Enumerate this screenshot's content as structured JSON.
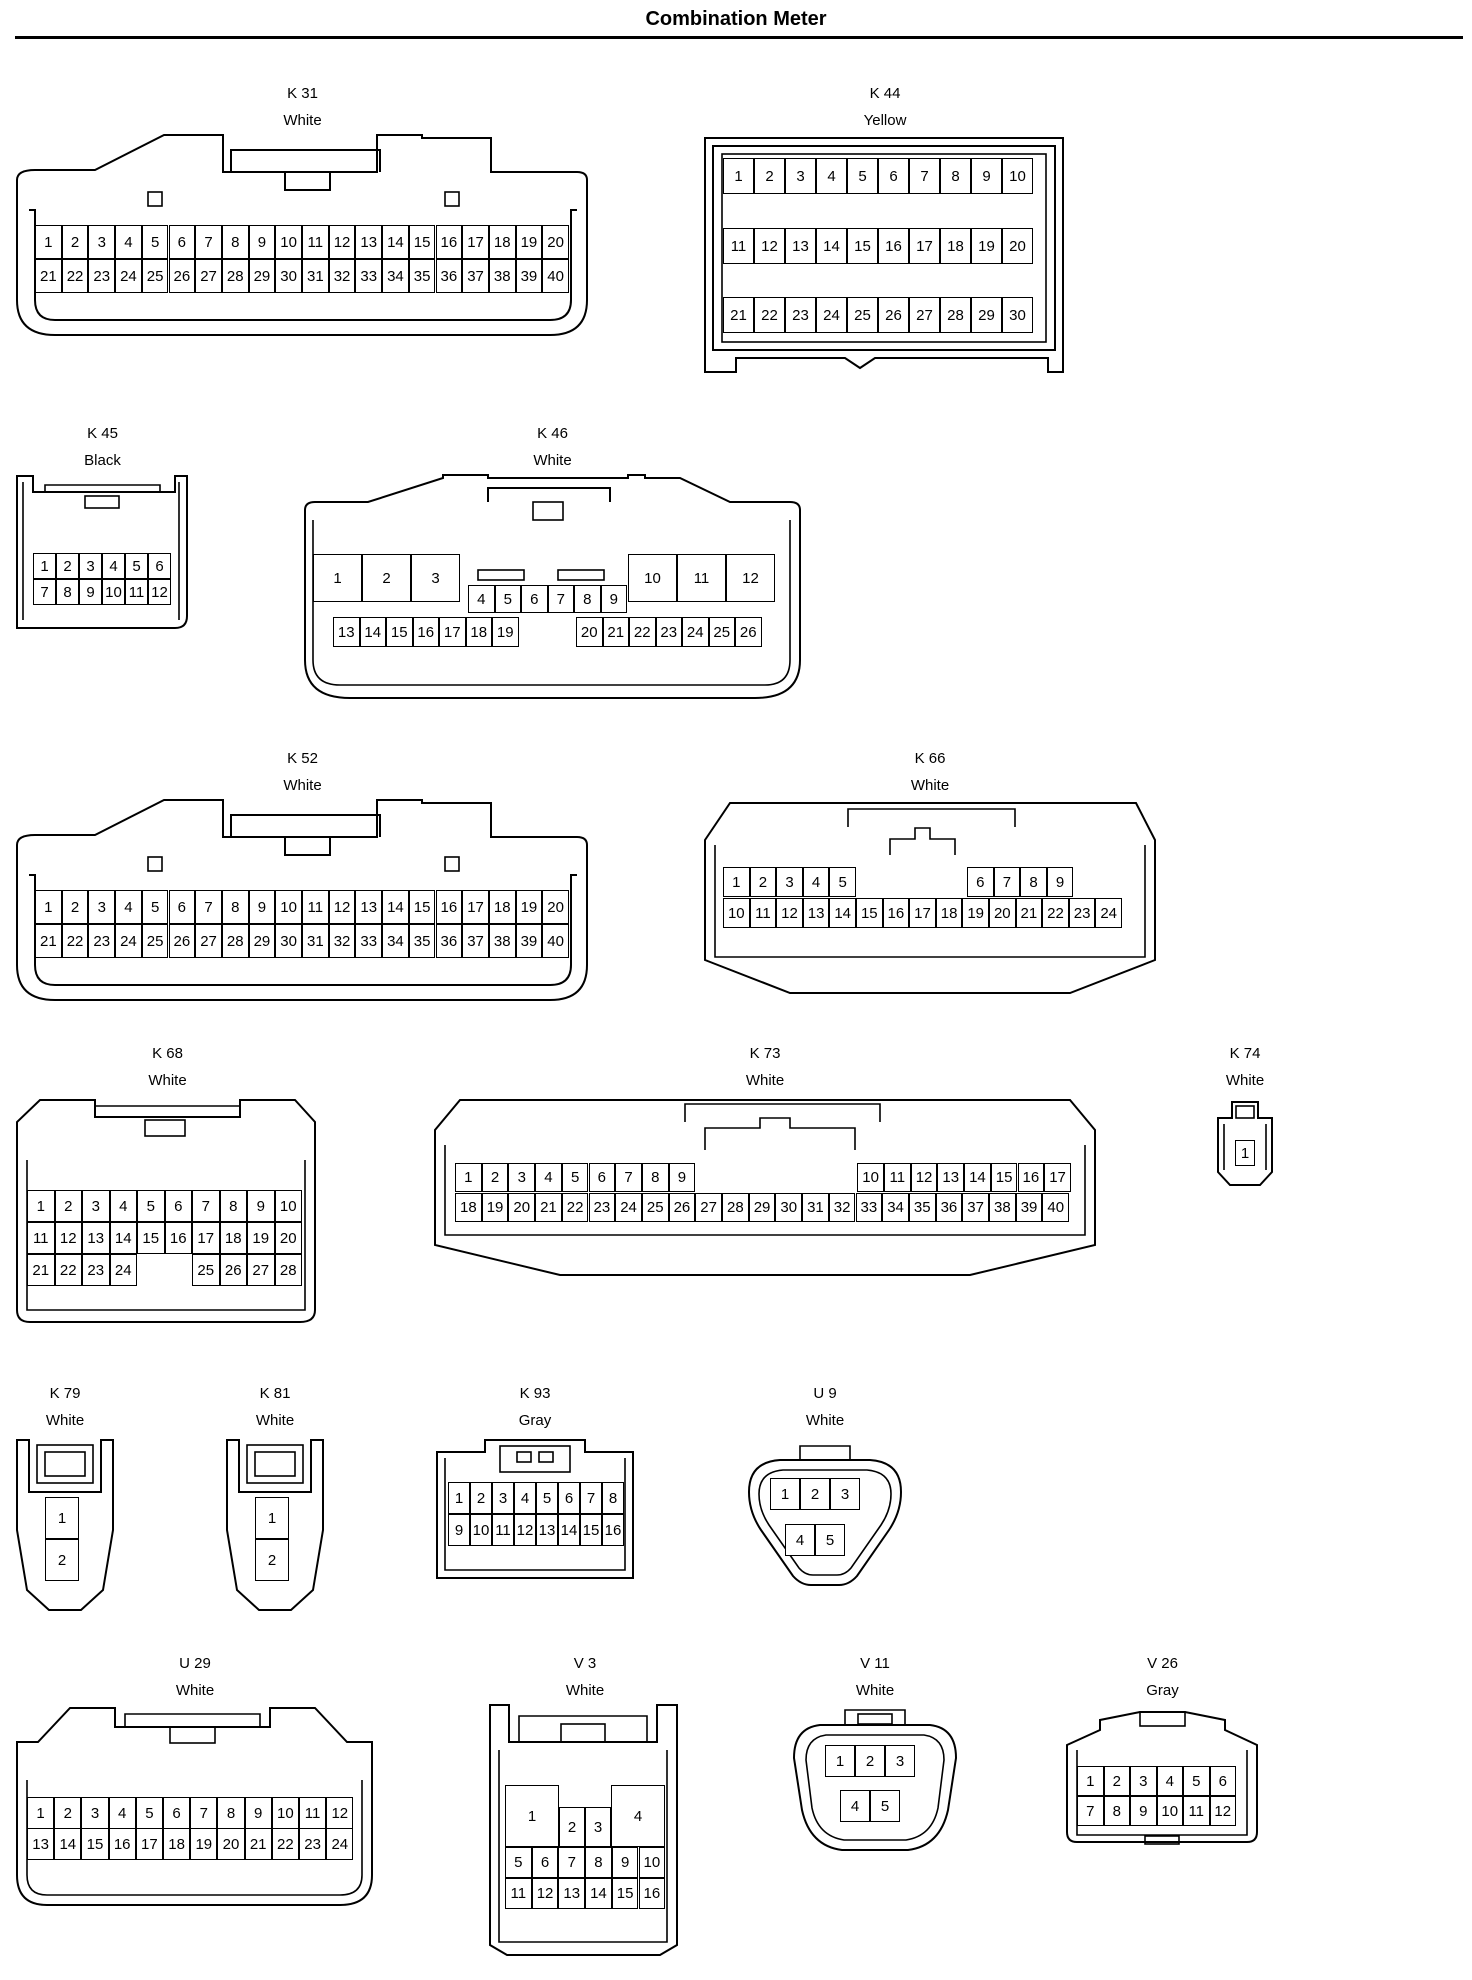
{
  "page": {
    "title": "Combination Meter"
  },
  "connectors": [
    {
      "id": "K 31",
      "color": "White",
      "kind": "grid",
      "rows": [
        [
          "1",
          "2",
          "3",
          "4",
          "5",
          "6",
          "7",
          "8",
          "9",
          "10",
          "11",
          "12",
          "13",
          "14",
          "15",
          "16",
          "17",
          "18",
          "19",
          "20"
        ],
        [
          "21",
          "22",
          "23",
          "24",
          "25",
          "26",
          "27",
          "28",
          "29",
          "30",
          "31",
          "32",
          "33",
          "34",
          "35",
          "36",
          "37",
          "38",
          "39",
          "40"
        ]
      ]
    },
    {
      "id": "K 44",
      "color": "Yellow",
      "kind": "grid",
      "rows": [
        [
          "1",
          "2",
          "3",
          "4",
          "5",
          "6",
          "7",
          "8",
          "9",
          "10"
        ],
        [
          "11",
          "12",
          "13",
          "14",
          "15",
          "16",
          "17",
          "18",
          "19",
          "20"
        ],
        [
          "21",
          "22",
          "23",
          "24",
          "25",
          "26",
          "27",
          "28",
          "29",
          "30"
        ]
      ]
    },
    {
      "id": "K 45",
      "color": "Black",
      "kind": "grid",
      "rows": [
        [
          "1",
          "2",
          "3",
          "4",
          "5",
          "6"
        ],
        [
          "7",
          "8",
          "9",
          "10",
          "11",
          "12"
        ]
      ]
    },
    {
      "id": "K 46",
      "color": "White",
      "kind": "k46",
      "rows": [
        [
          "1",
          "2",
          "3",
          "10",
          "11",
          "12"
        ],
        [
          "4",
          "5",
          "6",
          "7",
          "8",
          "9"
        ],
        [
          "13",
          "14",
          "15",
          "16",
          "17",
          "18",
          "19",
          "20",
          "21",
          "22",
          "23",
          "24",
          "25",
          "26"
        ]
      ]
    },
    {
      "id": "K 52",
      "color": "White",
      "kind": "grid",
      "rows": [
        [
          "1",
          "2",
          "3",
          "4",
          "5",
          "6",
          "7",
          "8",
          "9",
          "10",
          "11",
          "12",
          "13",
          "14",
          "15",
          "16",
          "17",
          "18",
          "19",
          "20"
        ],
        [
          "21",
          "22",
          "23",
          "24",
          "25",
          "26",
          "27",
          "28",
          "29",
          "30",
          "31",
          "32",
          "33",
          "34",
          "35",
          "36",
          "37",
          "38",
          "39",
          "40"
        ]
      ]
    },
    {
      "id": "K 66",
      "color": "White",
      "kind": "split",
      "rows": [
        [
          "1",
          "2",
          "3",
          "4",
          "5",
          "6",
          "7",
          "8",
          "9"
        ],
        [
          "10",
          "11",
          "12",
          "13",
          "14",
          "15",
          "16",
          "17",
          "18",
          "19",
          "20",
          "21",
          "22",
          "23",
          "24"
        ]
      ]
    },
    {
      "id": "K 68",
      "color": "White",
      "kind": "k68",
      "rows": [
        [
          "1",
          "2",
          "3",
          "4",
          "5",
          "6",
          "7",
          "8",
          "9",
          "10"
        ],
        [
          "11",
          "12",
          "13",
          "14",
          "15",
          "16",
          "17",
          "18",
          "19",
          "20"
        ],
        [
          "21",
          "22",
          "23",
          "24",
          "25",
          "26",
          "27",
          "28"
        ]
      ]
    },
    {
      "id": "K 73",
      "color": "White",
      "kind": "split",
      "rows": [
        [
          "1",
          "2",
          "3",
          "4",
          "5",
          "6",
          "7",
          "8",
          "9",
          "10",
          "11",
          "12",
          "13",
          "14",
          "15",
          "16",
          "17"
        ],
        [
          "18",
          "19",
          "20",
          "21",
          "22",
          "23",
          "24",
          "25",
          "26",
          "27",
          "28",
          "29",
          "30",
          "31",
          "32",
          "33",
          "34",
          "35",
          "36",
          "37",
          "38",
          "39",
          "40"
        ]
      ]
    },
    {
      "id": "K 74",
      "color": "White",
      "kind": "grid",
      "rows": [
        [
          "1"
        ]
      ]
    },
    {
      "id": "K 79",
      "color": "White",
      "kind": "vert",
      "rows": [
        [
          "1"
        ],
        [
          "2"
        ]
      ]
    },
    {
      "id": "K 81",
      "color": "White",
      "kind": "vert",
      "rows": [
        [
          "1"
        ],
        [
          "2"
        ]
      ]
    },
    {
      "id": "K 93",
      "color": "Gray",
      "kind": "grid",
      "rows": [
        [
          "1",
          "2",
          "3",
          "4",
          "5",
          "6",
          "7",
          "8"
        ],
        [
          "9",
          "10",
          "11",
          "12",
          "13",
          "14",
          "15",
          "16"
        ]
      ]
    },
    {
      "id": "U 9",
      "color": "White",
      "kind": "round",
      "rows": [
        [
          "1",
          "2",
          "3"
        ],
        [
          "4",
          "5"
        ]
      ]
    },
    {
      "id": "U 29",
      "color": "White",
      "kind": "grid",
      "rows": [
        [
          "1",
          "2",
          "3",
          "4",
          "5",
          "6",
          "7",
          "8",
          "9",
          "10",
          "11",
          "12"
        ],
        [
          "13",
          "14",
          "15",
          "16",
          "17",
          "18",
          "19",
          "20",
          "21",
          "22",
          "23",
          "24"
        ]
      ]
    },
    {
      "id": "V 3",
      "color": "White",
      "kind": "v3",
      "rows": [
        [
          "1",
          "2",
          "3",
          "4"
        ],
        [
          "5",
          "6",
          "7",
          "8",
          "9",
          "10"
        ],
        [
          "11",
          "12",
          "13",
          "14",
          "15",
          "16"
        ]
      ]
    },
    {
      "id": "V 11",
      "color": "White",
      "kind": "round",
      "rows": [
        [
          "1",
          "2",
          "3"
        ],
        [
          "4",
          "5"
        ]
      ]
    },
    {
      "id": "V 26",
      "color": "Gray",
      "kind": "grid",
      "rows": [
        [
          "1",
          "2",
          "3",
          "4",
          "5",
          "6"
        ],
        [
          "7",
          "8",
          "9",
          "10",
          "11",
          "12"
        ]
      ]
    }
  ]
}
